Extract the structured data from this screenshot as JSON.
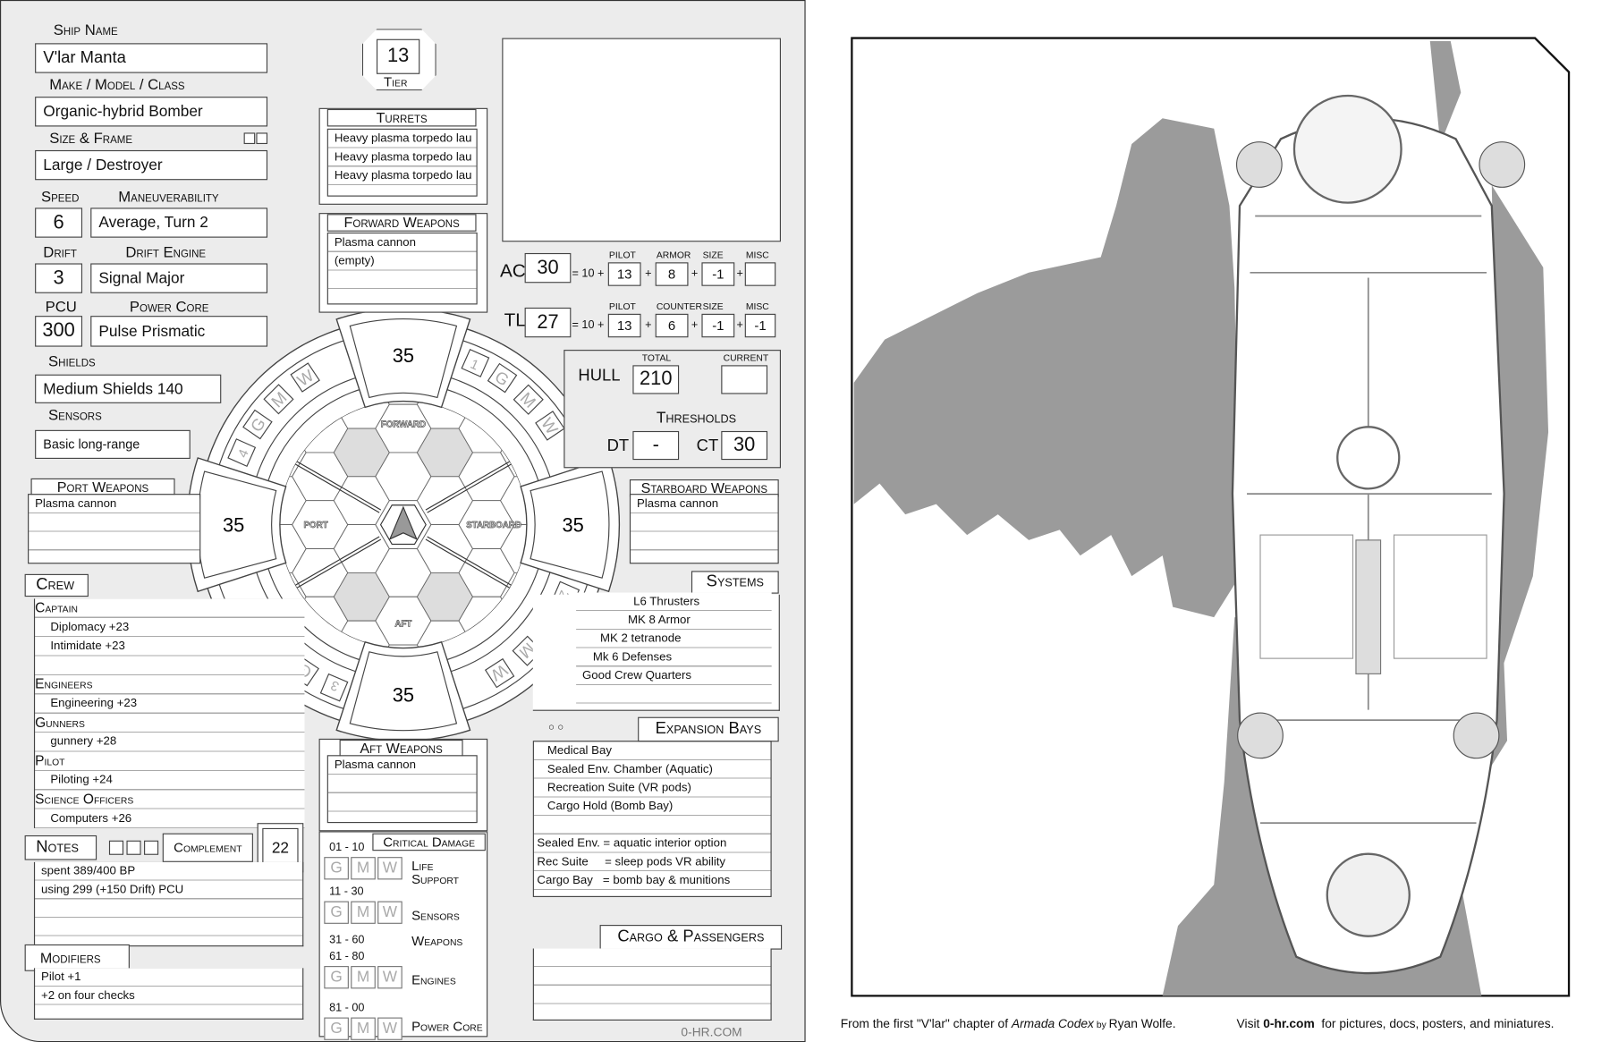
{
  "ship": {
    "ship_name_label": "Ship Name",
    "ship_name": "V'lar Manta",
    "make_label": "Make / Model / Class",
    "make": "Organic-hybrid Bomber",
    "size_label": "Size & Frame",
    "size": "Large / Destroyer",
    "speed_label": "Speed",
    "speed": "6",
    "maneuver_label": "Maneuverability",
    "maneuver": "Average, Turn 2",
    "drift_label": "Drift",
    "drift": "3",
    "drift_engine_label": "Drift Engine",
    "drift_engine": "Signal Major",
    "pcu_label": "PCU",
    "pcu": "300",
    "power_core_label": "Power Core",
    "power_core": "Pulse Prismatic",
    "shields_label": "Shields",
    "shields": "Medium Shields 140",
    "sensors_label": "Sensors",
    "sensors": "Basic long-range",
    "tier_label": "Tier",
    "tier": "13"
  },
  "turrets": {
    "label": "Turrets",
    "items": [
      "Heavy plasma torpedo lau",
      "Heavy plasma torpedo lau",
      "Heavy plasma torpedo lau"
    ]
  },
  "forward_weapons": {
    "label": "Forward Weapons",
    "items": [
      "Plasma cannon",
      " (empty)"
    ]
  },
  "port_weapons": {
    "label": "Port Weapons",
    "items": [
      "Plasma cannon"
    ]
  },
  "starboard_weapons": {
    "label": "Starboard Weapons",
    "items": [
      "Plasma cannon"
    ]
  },
  "aft_weapons": {
    "label": "Aft Weapons",
    "items": [
      "Plasma cannon"
    ]
  },
  "defense": {
    "ac_label": "AC",
    "ac": "30",
    "eq": "= 10 +",
    "plus": "+",
    "ac_cols": [
      "Pilot",
      "Armor",
      "Size",
      "Misc"
    ],
    "ac_vals": [
      "13",
      "8",
      "-1",
      ""
    ],
    "tl_label": "TL",
    "tl": "27",
    "tl_cols": [
      "Pilot",
      "Counter",
      "Size",
      "Misc"
    ],
    "tl_vals": [
      "13",
      "6",
      "-1",
      "-1"
    ],
    "hull_label": "HULL",
    "total_label": "TOTAL",
    "hull_total": "210",
    "current_label": "CURRENT",
    "hull_current": "",
    "thresholds_label": "Thresholds",
    "dt_label": "DT",
    "dt": "-",
    "ct_label": "CT",
    "ct": "30"
  },
  "shields_arcs": {
    "forward": "35",
    "port": "35",
    "starboard": "35",
    "aft": "35",
    "forward_label": "FORWARD",
    "port_label": "PORT",
    "starboard_label": "STARBOARD",
    "aft_label": "AFT",
    "arc_numbers": [
      "1",
      "2",
      "3",
      "4"
    ],
    "crit_states": [
      "G",
      "M",
      "W"
    ]
  },
  "crew": {
    "label": "Crew",
    "roles": [
      {
        "role": "Captain",
        "skills": [
          "Diplomacy +23",
          "Intimidate +23",
          ""
        ]
      },
      {
        "role": "Engineers",
        "skills": [
          "Engineering +23"
        ]
      },
      {
        "role": "Gunners",
        "skills": [
          "gunnery   +28"
        ]
      },
      {
        "role": "Pilot",
        "skills": [
          "Piloting +24"
        ]
      },
      {
        "role": "Science Officers",
        "skills": [
          "Computers +26"
        ]
      }
    ]
  },
  "notes": {
    "label": "Notes",
    "complement_label": "Complement",
    "complement": "22",
    "items": [
      "spent 389/400 BP",
      "using 299 (+150 Drift) PCU"
    ]
  },
  "modifiers": {
    "label": "Modifiers",
    "items": [
      "Pilot +1",
      "+2 on four checks"
    ]
  },
  "systems": {
    "label": "Systems",
    "items": [
      "L6 Thrusters",
      "MK 8 Armor",
      "MK 2 tetranode",
      "Mk 6 Defenses",
      "Good Crew Quarters"
    ]
  },
  "expansion_bays": {
    "label": "Expansion Bays",
    "items": [
      "Medical Bay",
      "Sealed Env. Chamber (Aquatic)",
      "Recreation Suite (VR pods)",
      "Cargo Hold (Bomb Bay)",
      "",
      "Sealed Env. = aquatic interior option",
      "Rec Suite     = sleep pods VR ability",
      "Cargo Bay   = bomb bay & munitions"
    ]
  },
  "cargo": {
    "label": "Cargo & Passengers"
  },
  "critical_damage": {
    "label": "Critical Damage",
    "rows": [
      {
        "range": "01 - 10",
        "system": "Life Support"
      },
      {
        "range": "11 - 30",
        "system": "Sensors"
      },
      {
        "range": "31 - 60",
        "system": "Weapons"
      },
      {
        "range": "61 - 80",
        "system": "Engines"
      },
      {
        "range": "81 - 00",
        "system": "Power Core"
      }
    ]
  },
  "footer": {
    "site": "0-HR.COM",
    "caption_pre": "From the first \"V'lar\" chapter of ",
    "caption_book": "Armada Codex",
    "caption_by": " by ",
    "caption_author": "Ryan Wolfe.",
    "visit": "Visit ",
    "visit_site": "0-hr.com",
    "visit_post": "  for pictures, docs, posters, and miniatures."
  },
  "colors": {
    "sheet_bg": "#ececec",
    "map_gray": "#9b9b9b",
    "line": "#444444"
  }
}
